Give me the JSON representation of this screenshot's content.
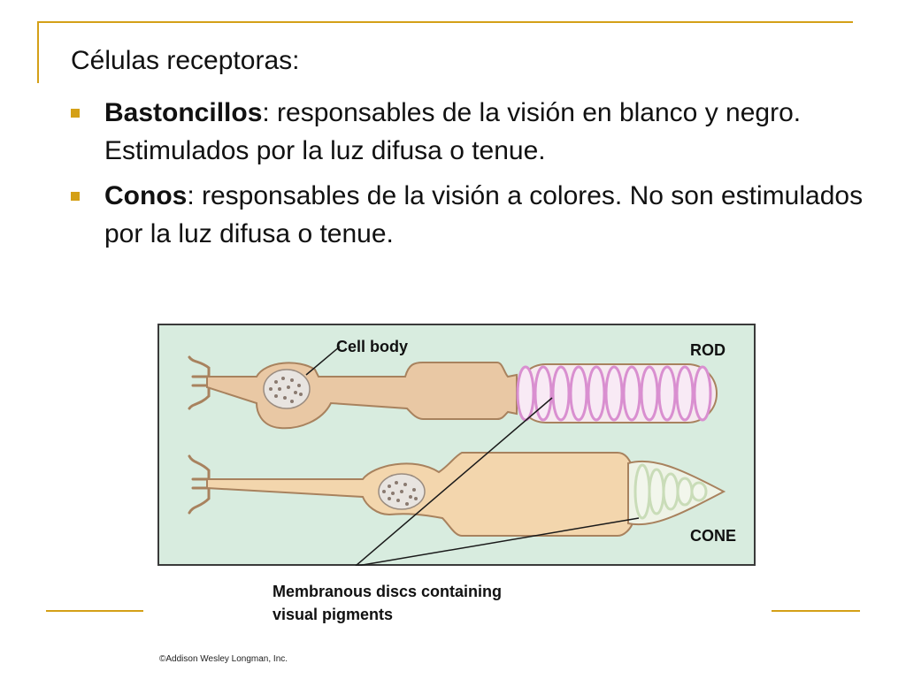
{
  "slide": {
    "heading": "Células receptoras:",
    "bullets": [
      {
        "term": "Bastoncillos",
        "text": ": responsables de la visión en blanco y negro.  Estimulados por la luz difusa o tenue."
      },
      {
        "term": "Conos",
        "text": ": responsables de la visión a colores. No son estimulados por la luz difusa o tenue."
      }
    ],
    "accent_color": "#d4a017"
  },
  "diagram": {
    "labels": {
      "cell_body": "Cell body",
      "rod": "ROD",
      "cone": "CONE",
      "membranous_discs": "Membranous discs containing visual pigments"
    },
    "colors": {
      "background": "#d8ecdf",
      "border": "#3a3a3a",
      "cell_fill": "#e9c8a4",
      "cone_body_fill": "#f3d6ad",
      "rod_discs": "#d98fd0",
      "cone_discs": "#c9dcb8"
    },
    "rod_disc_count": 11,
    "cone_disc_count": 5
  },
  "credit": "©Addison Wesley Longman, Inc."
}
